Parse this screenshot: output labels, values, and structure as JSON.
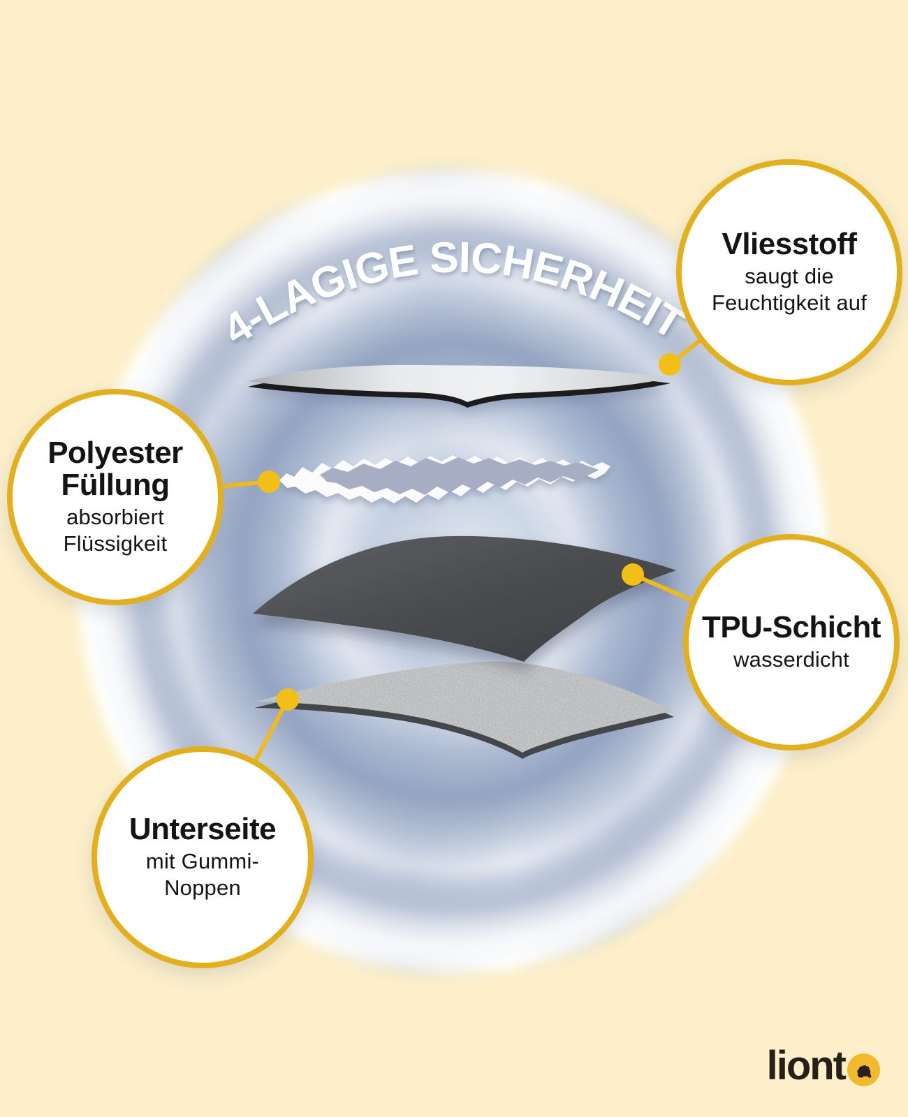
{
  "title": "4-LAGIGE SICHERHEIT",
  "callouts": [
    {
      "heading": "Vliesstoff",
      "body": "saugt die Feuchtigkeit auf"
    },
    {
      "heading": "Polyester Füllung",
      "body": "absorbiert Flüssigkeit"
    },
    {
      "heading": "TPU-Schicht",
      "body": "wasserdicht"
    },
    {
      "heading": "Unterseite",
      "body": "mit Gummi-Noppen"
    }
  ],
  "diagram": {
    "layers_top_to_bottom": [
      "Vliesstoff",
      "Polyester Füllung",
      "TPU-Schicht",
      "Unterseite"
    ]
  },
  "brand": {
    "name": "lionto",
    "prefix": "liont"
  },
  "colors": {
    "background": "#FCEFC9",
    "accent_yellow": "#EAB51E",
    "callout_fill": "#FFFFFF",
    "text": "#141414",
    "title_text": "#FFFFFF",
    "blob_blue": "#93A2C0",
    "tpu_dark": "#45474A",
    "bottom_sheet_gray": "#C9CACB"
  }
}
